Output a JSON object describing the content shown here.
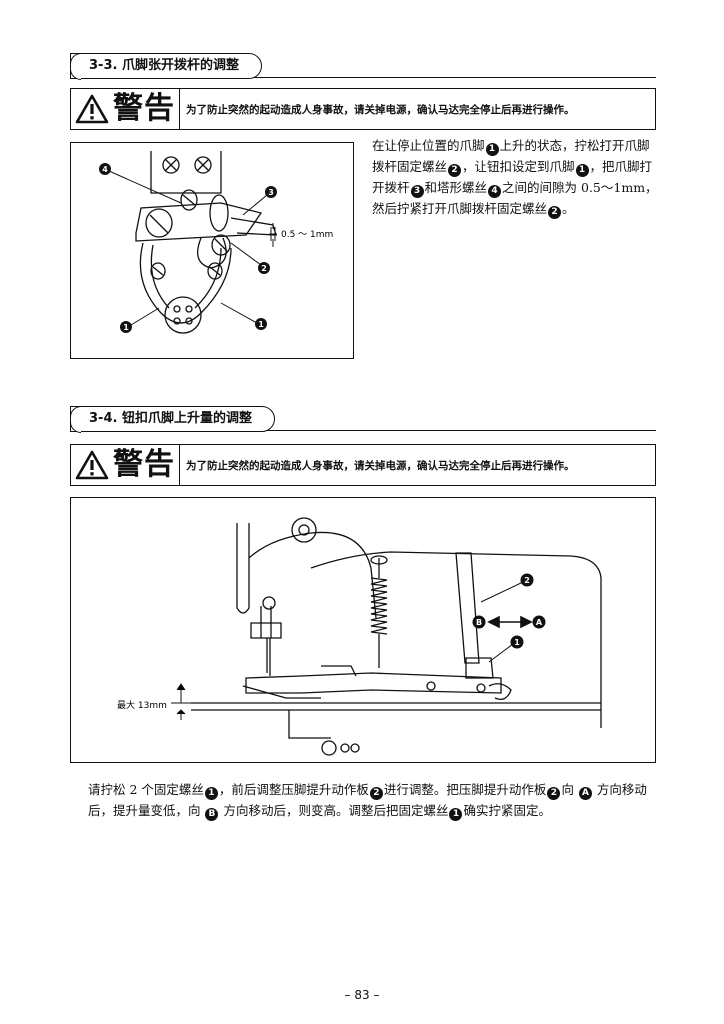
{
  "section1": {
    "title": "3-3. 爪脚张开拨杆的调整",
    "warning_title": "警告",
    "warning_text": "为了防止突然的起动造成人身事故，请关掉电源，确认马达完全停止后再进行操作。",
    "figure": {
      "gap_label": "0.5 ～ 1mm",
      "callouts": [
        "4",
        "3",
        "2",
        "1",
        "1"
      ]
    },
    "instructions": [
      {
        "t": "在让停止位置的爪脚"
      },
      {
        "n": "1"
      },
      {
        "t": "上升的状态，拧松打开爪脚拨杆固定螺丝"
      },
      {
        "n": "2"
      },
      {
        "t": "，让钮扣设定到爪脚"
      },
      {
        "n": "1"
      },
      {
        "t": "，把爪脚打开拨杆"
      },
      {
        "n": "3"
      },
      {
        "t": "和塔形螺丝"
      },
      {
        "n": "4"
      },
      {
        "t": "之间的间隙为 0.5～1mm，然后拧紧打开爪脚拨杆固定螺丝"
      },
      {
        "n": "2"
      },
      {
        "t": "。"
      }
    ]
  },
  "section2": {
    "title": "3-4. 钮扣爪脚上升量的调整",
    "warning_title": "警告",
    "warning_text": "为了防止突然的起动造成人身事故，请关掉电源，确认马达完全停止后再进行操作。",
    "figure": {
      "max_label": "最大 13mm",
      "callouts": [
        "2",
        "1",
        "B",
        "A"
      ]
    },
    "instructions": [
      {
        "t": "请拧松 2 个固定螺丝"
      },
      {
        "n": "1"
      },
      {
        "t": "，前后调整压脚提升动作板"
      },
      {
        "n": "2"
      },
      {
        "t": "进行调整。把压脚提升动作板"
      },
      {
        "n": "2"
      },
      {
        "t": "向 "
      },
      {
        "n": "A"
      },
      {
        "t": " 方向移动后，提升量变低，向 "
      },
      {
        "n": "B"
      },
      {
        "t": " 方向移动后，则变高。调整后把固定螺丝"
      },
      {
        "n": "1"
      },
      {
        "t": "确实拧紧固定。"
      }
    ]
  },
  "footer": {
    "page_number": "– 83 –"
  },
  "icons": [
    "warning-triangle-icon"
  ]
}
